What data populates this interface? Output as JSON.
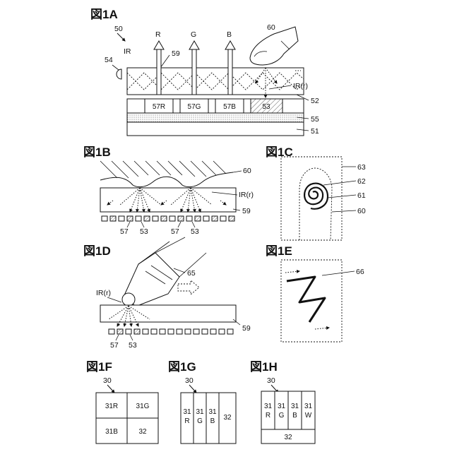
{
  "figures": {
    "f1a": {
      "title": "図1A",
      "ref_device": "50",
      "ref_ir": "IR",
      "light_r": "R",
      "light_g": "G",
      "light_b": "B",
      "ref_light_source": "54",
      "ref_light_path": "59",
      "ref_finger": "60",
      "ref_reflected": "IR(r)",
      "ref_cover": "52",
      "ref_layer55": "55",
      "ref_substrate": "51",
      "cells": [
        "57R",
        "57G",
        "57B",
        "53"
      ]
    },
    "f1b": {
      "title": "図1B",
      "ref_finger": "60",
      "ref_reflected": "IR(r)",
      "ref_plate": "59",
      "pixel_labels": [
        "57",
        "53",
        "57",
        "53"
      ]
    },
    "f1c": {
      "title": "図1C",
      "ref_frame": "63",
      "ref_inner": "62",
      "ref_print": "61",
      "ref_finger": "60"
    },
    "f1d": {
      "title": "図1D",
      "ref_pen": "65",
      "ref_reflected": "IR(r)",
      "ref_plate": "59",
      "pixel_labels": [
        "57",
        "53"
      ]
    },
    "f1e": {
      "title": "図1E",
      "ref_trace": "66"
    },
    "f1f": {
      "title": "図1F",
      "ref": "30",
      "cells": [
        "31R",
        "31G",
        "31B",
        "32"
      ]
    },
    "f1g": {
      "title": "図1G",
      "ref": "30",
      "cells": [
        [
          "31",
          "R"
        ],
        [
          "31",
          "G"
        ],
        [
          "31",
          "B"
        ],
        [
          "32"
        ]
      ]
    },
    "f1h": {
      "title": "図1H",
      "ref": "30",
      "cells": [
        [
          "31",
          "R"
        ],
        [
          "31",
          "G"
        ],
        [
          "31",
          "B"
        ],
        [
          "31",
          "W"
        ]
      ],
      "bottom": "32"
    }
  }
}
